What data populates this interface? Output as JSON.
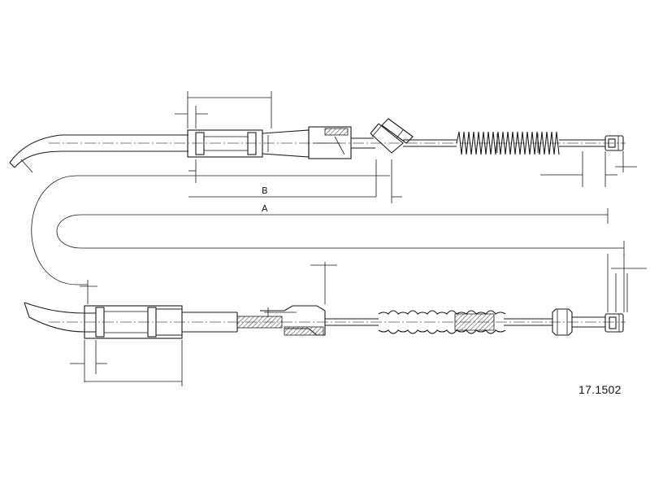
{
  "drawing": {
    "part_number": "17.1502",
    "dimension_labels": {
      "a": "A",
      "b": "B"
    }
  }
}
